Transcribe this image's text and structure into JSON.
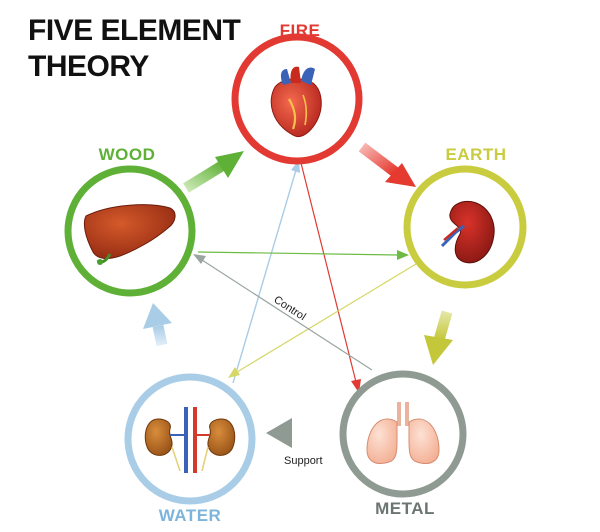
{
  "title": {
    "line1": "FIVE ELEMENT",
    "line2": "THEORY"
  },
  "elements": [
    {
      "key": "fire",
      "label": "FIRE",
      "organ": "heart-icon",
      "color": "#e23a32"
    },
    {
      "key": "earth",
      "label": "EARTH",
      "organ": "spleen-icon",
      "color": "#c9cc3f"
    },
    {
      "key": "metal",
      "label": "METAL",
      "organ": "lungs-icon",
      "color": "#8f9a93"
    },
    {
      "key": "water",
      "label": "WATER",
      "organ": "kidneys-icon",
      "color": "#a9cde7"
    },
    {
      "key": "wood",
      "label": "WOOD",
      "organ": "liver-icon",
      "color": "#5fb036"
    }
  ],
  "labels": {
    "control": "Control",
    "support": "Support"
  }
}
